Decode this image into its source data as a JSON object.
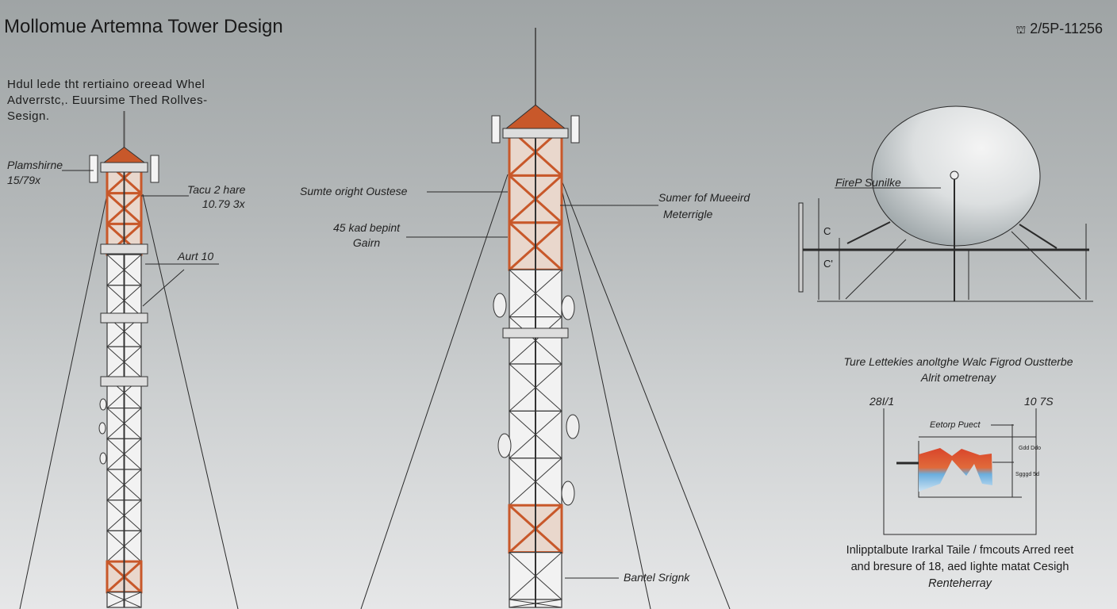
{
  "header": {
    "title": "Mollomue Artemna Tower Design",
    "drawing_code": "2/5P-11256",
    "drawing_code_icon": "tower-icon"
  },
  "intro_text": [
    "Hdul lede tht rertiaino oreead Whel",
    "Adverrstc,. Euursime Thed Rollves-",
    "Sesign."
  ],
  "left_tower_labels": {
    "antenna": [
      "Plamshirne",
      "15/79x"
    ],
    "top_section": [
      "Tacu 2 hare",
      "10.79 3x"
    ],
    "platform": "Aurt 10"
  },
  "center_tower_labels": {
    "upper_left": "Sumte oright Oustese",
    "mid_left": [
      "45 kad bepint",
      "Gairn"
    ],
    "upper_right": [
      "Sumer fof Mueeird",
      "Meterrigle"
    ],
    "base_right": "Bantel Srignk"
  },
  "dish_detail": {
    "label": "FireP Sunilke",
    "dim_upper": "C",
    "dim_lower": "C'"
  },
  "detail_section": {
    "heading": [
      "Ture Lettekies anoltghe Walc Figrod Oustterbe",
      "Alrit ometrenay"
    ],
    "left_dim": "28I/1",
    "right_dim": "10 7S",
    "inset_label": "Eetorp Puect",
    "side_note_1": "Gdd Ddo",
    "side_note_2": "Sgggd 5d",
    "caption": [
      "Inlipptalbute Irarkal Taile / fmcouts Arred reet",
      "and bresure of 18, aed Iighte matat Cesigh",
      "Renteherray"
    ]
  },
  "colors": {
    "steel_orange": "#c8582a",
    "steel_white": "#f2f2f2",
    "line": "#2a2a2a"
  }
}
